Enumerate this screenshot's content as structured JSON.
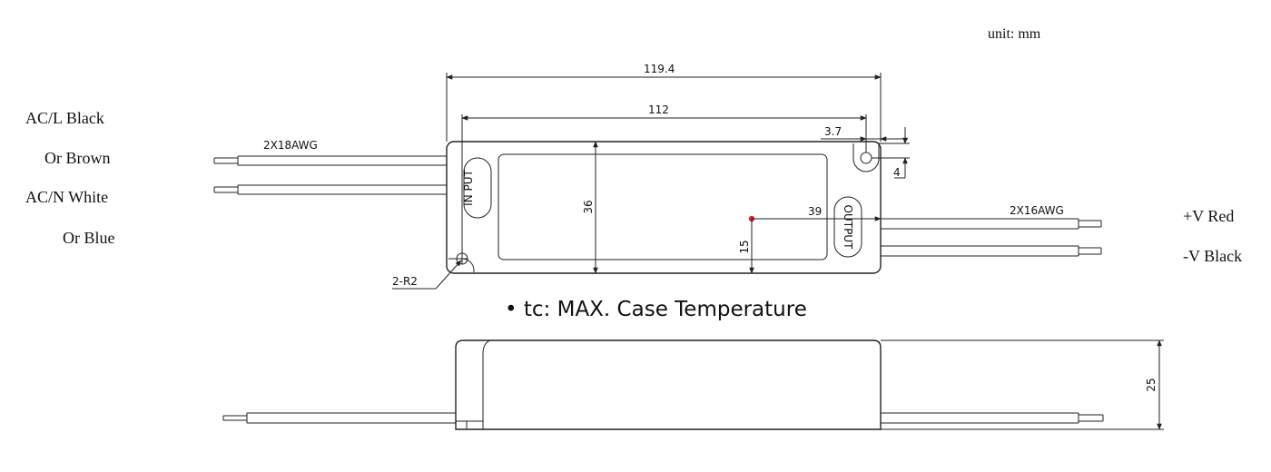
{
  "unit_label": "unit: mm",
  "left_wires": {
    "label1": "AC/L Black",
    "label2": "Or Brown",
    "label3": "AC/N White",
    "label4": "Or Blue",
    "gauge": "2X18AWG"
  },
  "right_wires": {
    "label1": "+V Red",
    "label2": "-V Black",
    "gauge": "2X16AWG"
  },
  "dimensions": {
    "overall_length": "119.4",
    "hole_pitch": "112",
    "hole_offset": "3.7",
    "hole_depth": "4",
    "width": "36",
    "tc_x": "39",
    "tc_y": "15",
    "radius": "2-R2",
    "height": "25"
  },
  "markings": {
    "input": "IN PUT",
    "output": "OUTPUT"
  },
  "note": "• tc: MAX. Case Temperature",
  "colors": {
    "tc_point": "#e0202a"
  }
}
